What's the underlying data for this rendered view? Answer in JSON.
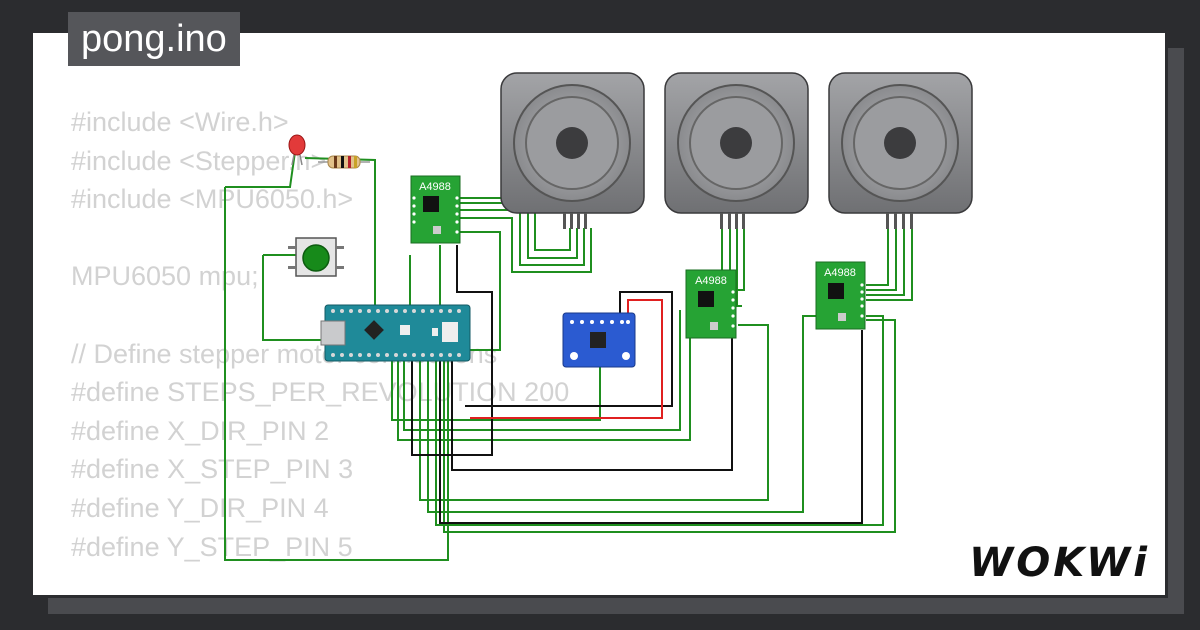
{
  "project": {
    "filename": "pong.ino",
    "brand": "WOKWi"
  },
  "code_lines": [
    "#include <Wire.h>",
    "#include <Stepper.h>",
    "#include <MPU6050.h>",
    "",
    "MPU6050 mpu;",
    "",
    "// Define stepper motor connections",
    "#define STEPS_PER_REVOLUTION 200",
    "#define X_DIR_PIN 2",
    "#define X_STEP_PIN 3",
    "#define Y_DIR_PIN 4",
    "#define Y_STEP_PIN 5"
  ],
  "components": {
    "driver_label": "A4988"
  },
  "colors": {
    "wire_green": "#1f8f1f",
    "wire_black": "#111111",
    "wire_red": "#e02020",
    "pcb_green": "#26a334",
    "pcb_blue": "#2b5bd1",
    "arduino_teal": "#1f8a99",
    "motor_gray": "#8e8f92"
  }
}
